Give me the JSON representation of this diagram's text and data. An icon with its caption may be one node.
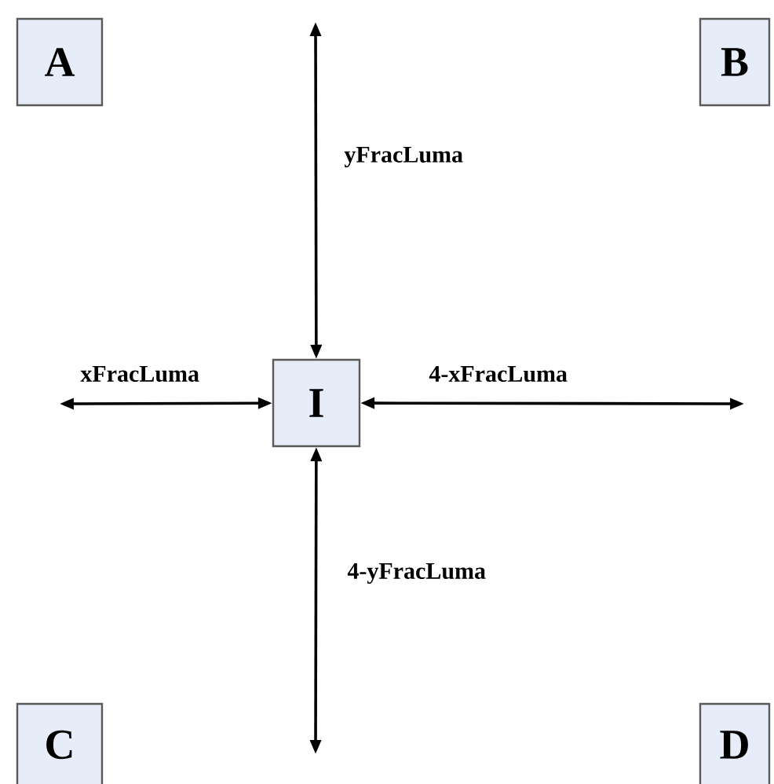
{
  "diagram": {
    "nodes": [
      {
        "text": [
          "A"
        ]
      },
      {
        "text": [
          "B"
        ]
      },
      {
        "text": [
          "I"
        ]
      },
      {
        "text": [
          "C"
        ]
      },
      {
        "text": [
          "D"
        ]
      }
    ],
    "edges": [
      {
        "from": null,
        "to": 2,
        "arrow": "both",
        "label": "yFracLuma"
      },
      {
        "from": null,
        "to": 2,
        "arrow": "both",
        "label": "xFracLuma"
      },
      {
        "from": 2,
        "to": null,
        "arrow": "both",
        "label": "4-xFracLuma"
      },
      {
        "from": 2,
        "to": null,
        "arrow": "both",
        "label": "4-yFracLuma"
      }
    ]
  }
}
